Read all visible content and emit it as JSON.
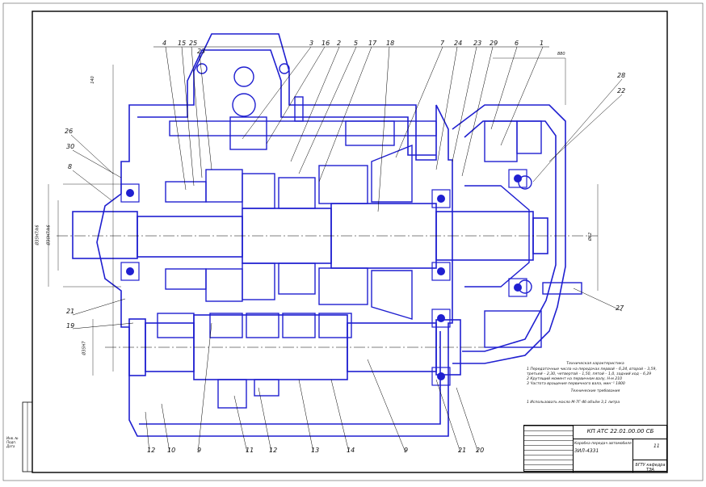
{
  "leaders_top": [
    "4",
    "15",
    "25",
    "23",
    "3",
    "16",
    "2",
    "5",
    "17",
    "18",
    "7",
    "24",
    "23",
    "29",
    "6",
    "1"
  ],
  "leaders_left": [
    "26",
    "30",
    "8",
    "21",
    "19"
  ],
  "leaders_right": [
    "28",
    "22",
    "27"
  ],
  "leaders_bottom": [
    "12",
    "10",
    "9",
    "11",
    "12",
    "13",
    "14",
    "9",
    "21",
    "20"
  ],
  "tech_char": {
    "title": "Техническая характеристика",
    "lines": [
      "1 Передаточные числа на передачах первой – 6,24, второй – 3,59,",
      "третьей – 2,30, четвертой – 1,50, пятой – 1,0, задний ход – 6,29",
      "2 Крутящий момент на первичном валу, Н·м                        210",
      "3 Частота вращения первичного вала, мин⁻¹                      1800"
    ]
  },
  "tech_req": {
    "title": "Технические требования",
    "lines": [
      "1 Использовать масло М-7Г-4б объём 3,1 литра"
    ]
  },
  "title_block": {
    "code": "КП АТС 22.01.00.00 СБ",
    "name_line1": "Коробка передач автомобиля",
    "name_line2": "ЗИЛ-4331",
    "sheet": "11",
    "org": "БГТУ кафедра ТЭА"
  },
  "dimension_labels": {
    "top_right": "880",
    "left_vertical": "140",
    "shaft_d1": "Ø35H7/k6",
    "shaft_d2": "Ø30H7/k6",
    "right_d": "Ø62",
    "bottom_left": "Ø35H7"
  },
  "corner_marks": [
    "Инв. №",
    "Подп.",
    "Дата"
  ]
}
